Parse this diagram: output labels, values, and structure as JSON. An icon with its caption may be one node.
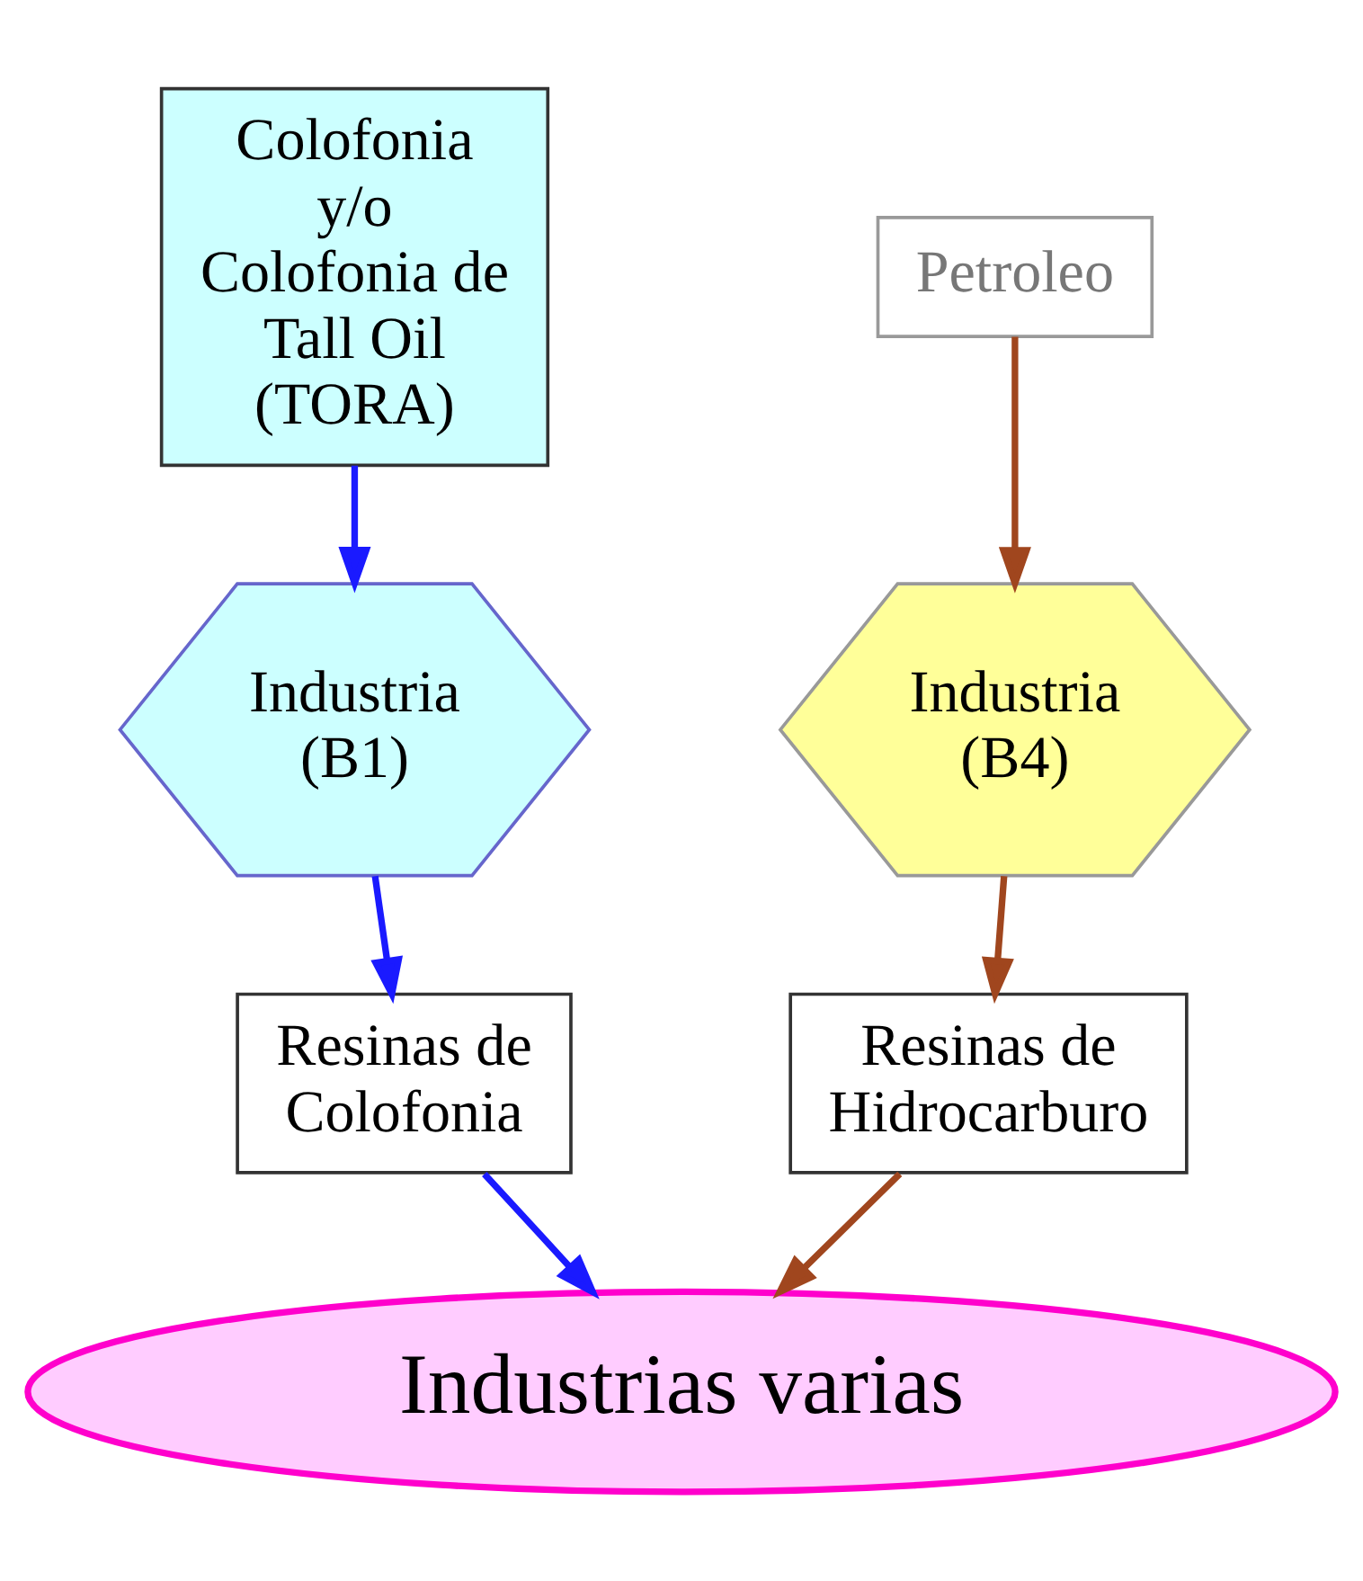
{
  "diagram": {
    "nodes": [
      {
        "text": [
          "Colofonia y/o Colofonia de Tall Oil (TORA)"
        ]
      },
      {
        "text": [
          "Petroleo"
        ]
      },
      {
        "text": [
          "Industria (B1)"
        ]
      },
      {
        "text": [
          "Industria (B4)"
        ]
      },
      {
        "text": [
          "Resinas de Colofonia"
        ]
      },
      {
        "text": [
          "Resinas de Hidrocarburo"
        ]
      },
      {
        "text": [
          "Industrias varias"
        ]
      }
    ],
    "edges": [
      {
        "from": 0,
        "to": 2,
        "arrow": "to",
        "color": "#1a1aff"
      },
      {
        "from": 2,
        "to": 4,
        "arrow": "to",
        "color": "#1a1aff"
      },
      {
        "from": 4,
        "to": 6,
        "arrow": "to",
        "color": "#1a1aff"
      },
      {
        "from": 1,
        "to": 3,
        "arrow": "to",
        "color": "#a0461e"
      },
      {
        "from": 3,
        "to": 5,
        "arrow": "to",
        "color": "#a0461e"
      },
      {
        "from": 5,
        "to": 6,
        "arrow": "to",
        "color": "#a0461e"
      }
    ]
  }
}
